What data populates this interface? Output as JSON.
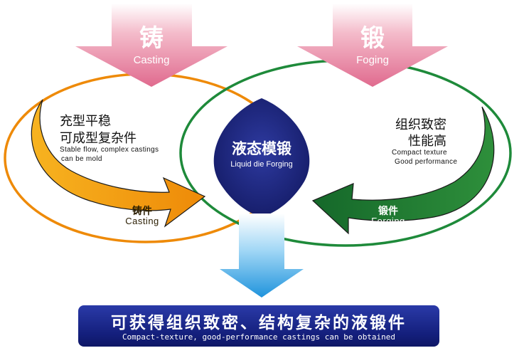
{
  "colors": {
    "casting_accent": "#f0960a",
    "forging_accent": "#1f7a33",
    "top_arrow_pink": "#e7809c",
    "center_navy": "#1c2472",
    "down_arrow_blue": "#2f9fe0",
    "result_box": "#18237f"
  },
  "casting_arrow": {
    "zh": "铸",
    "en": "Casting"
  },
  "forging_arrow": {
    "zh": "锻",
    "en": "Foging"
  },
  "left_panel": {
    "line1": "充型平稳",
    "line2": "可成型复杂件",
    "en1": "Stable flow, complex castings",
    "en2": "can be mold"
  },
  "right_panel": {
    "line1": "组织致密",
    "line2": "性能高",
    "en1": "Compact texture",
    "en2": "Good performance"
  },
  "center": {
    "zh": "液态模锻",
    "en": "Liquid die Forging"
  },
  "left_loop_label": {
    "zh": "铸件",
    "en": "Casting"
  },
  "right_loop_label": {
    "zh": "锻件",
    "en": "Forging"
  },
  "result": {
    "zh": "可获得组织致密、结构复杂的液锻件",
    "en": "Compact-texture, good-performance castings can be obtained"
  }
}
